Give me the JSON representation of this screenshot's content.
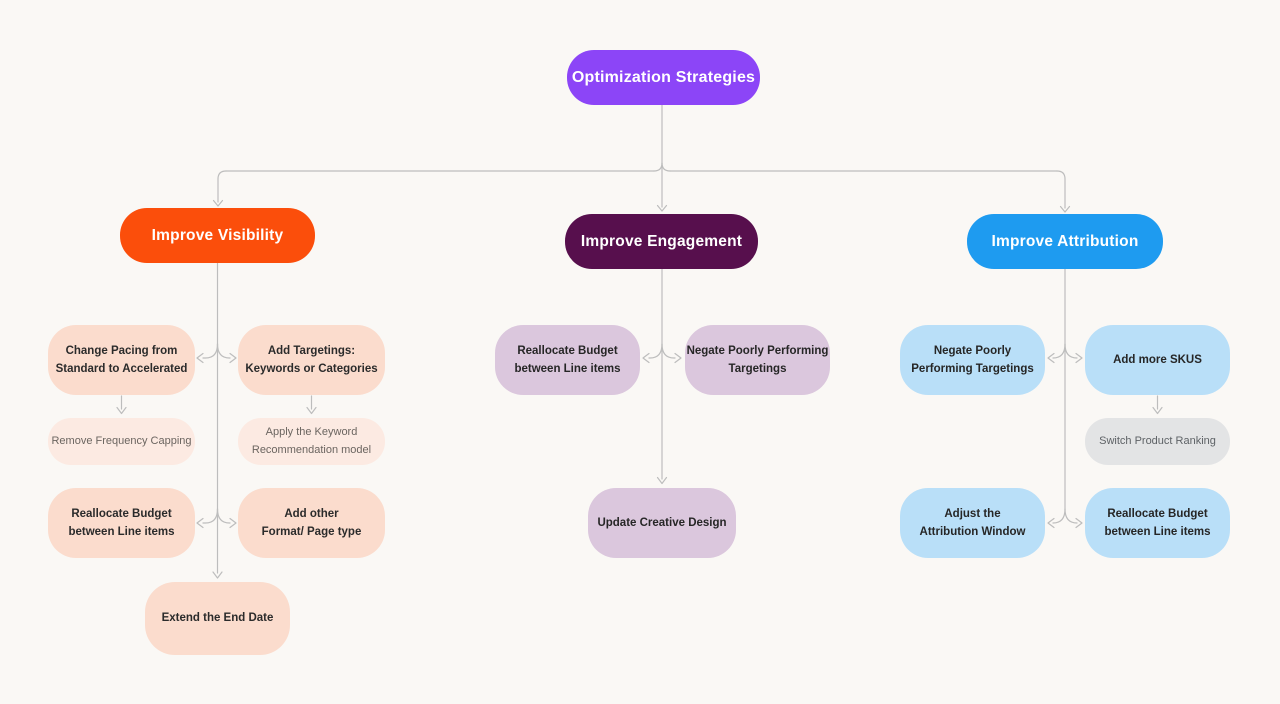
{
  "root": {
    "label": "Optimization Strategies",
    "color": "#8C45F7"
  },
  "branches": {
    "visibility": {
      "label": "Improve Visibility",
      "color": "#FB4E0B"
    },
    "engagement": {
      "label": "Improve Engagement",
      "color": "#570F4D"
    },
    "attribution": {
      "label": "Improve Attribution",
      "color": "#1E9BF0"
    }
  },
  "nodes": {
    "visibility": {
      "change_pacing": "Change Pacing from\nStandard to Accelerated",
      "add_targetings": "Add Targetings:\nKeywords or Categories",
      "remove_frequency_capping": "Remove Frequency Capping",
      "apply_keyword_model": "Apply the Keyword\nRecommendation model",
      "reallocate_budget": "Reallocate Budget\nbetween Line items",
      "add_other_format": "Add other\nFormat/ Page type",
      "extend_end_date": "Extend the End Date"
    },
    "engagement": {
      "reallocate_budget": "Reallocate Budget\nbetween Line items",
      "negate_targetings": "Negate Poorly Performing\nTargetings",
      "update_creative_design": "Update Creative Design"
    },
    "attribution": {
      "negate_targetings": "Negate Poorly\nPerforming Targetings",
      "add_more_skus": "Add more SKUS",
      "switch_product_ranking": "Switch Product Ranking",
      "adjust_attribution_window": "Adjust the\nAttribution Window",
      "reallocate_budget": "Reallocate Budget\nbetween Line items"
    }
  },
  "palette": {
    "background": "#FAF8F5",
    "connector_line": "#BDBDBD",
    "peach_node": "#FBDCCD",
    "peach_light_node": "#FCEAE2",
    "lavender_node": "#DBC7DD",
    "light_blue_node": "#B9DFF8",
    "gray_node": "#E3E4E5",
    "dark_text": "#2B2B2B",
    "muted_text": "#6B6560"
  }
}
